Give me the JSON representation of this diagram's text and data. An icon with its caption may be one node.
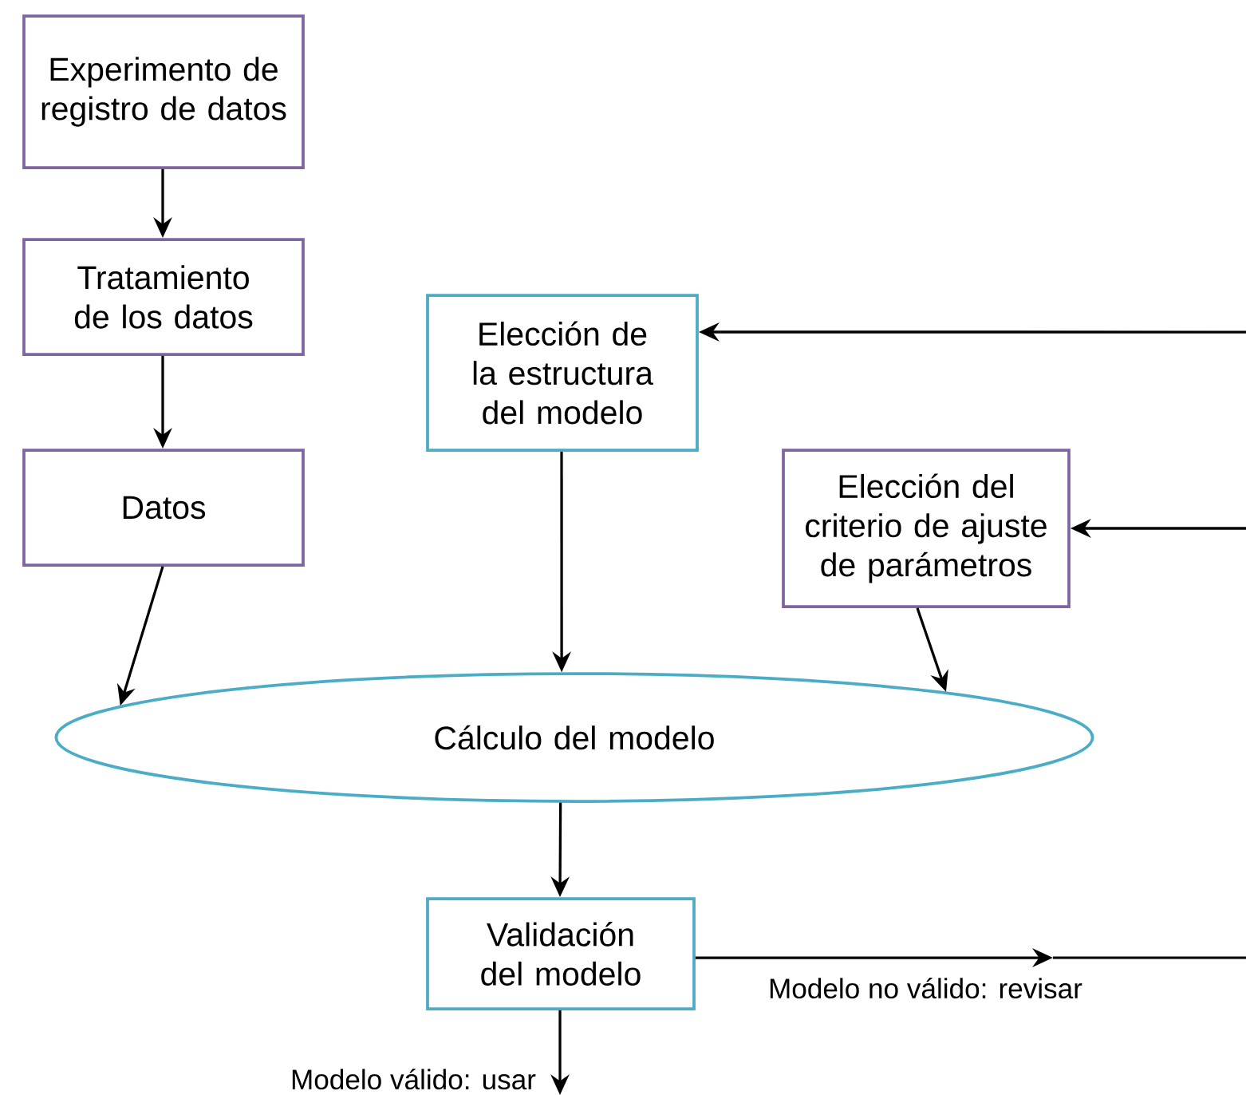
{
  "diagram": {
    "nodes": [
      {
        "text": [
          "Experimento de registro de datos"
        ]
      },
      {
        "text": [
          "Tratamiento de los datos"
        ]
      },
      {
        "text": [
          "Elección de la estructura del modelo"
        ]
      },
      {
        "text": [
          "Datos"
        ]
      },
      {
        "text": [
          "Elección del criterio de ajuste de parámetros"
        ]
      },
      {
        "text": [
          "Cálculo del modelo"
        ]
      },
      {
        "text": [
          "Validación del modelo"
        ]
      }
    ],
    "edges": [
      {
        "from": 0,
        "to": 1,
        "arrow": "to"
      },
      {
        "from": 1,
        "to": 3,
        "arrow": "to"
      },
      {
        "from": 3,
        "to": 5,
        "arrow": "to"
      },
      {
        "from": 2,
        "to": 5,
        "arrow": "to"
      },
      {
        "from": 4,
        "to": 5,
        "arrow": "to"
      },
      {
        "from": 5,
        "to": 6,
        "arrow": "to"
      },
      {
        "from": 6,
        "to": null,
        "arrow": "to",
        "label": "Modelo no válido: revisar"
      },
      {
        "from": null,
        "to": 2,
        "arrow": "to"
      },
      {
        "from": null,
        "to": 4,
        "arrow": "to"
      },
      {
        "from": 6,
        "to": null,
        "arrow": "to",
        "label": "Modelo válido: usar"
      }
    ]
  }
}
